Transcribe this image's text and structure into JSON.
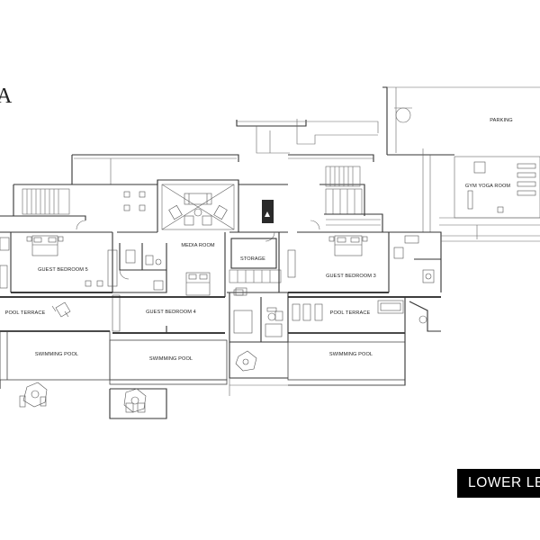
{
  "brand_fragment": "A",
  "level_label": "LOWER LE",
  "rooms": {
    "parking": "PARKING",
    "gym_yoga_room": "GYM YOGA ROOM",
    "media_room": "MEDIA ROOM",
    "storage": "STORAGE",
    "guest_bedroom_5": "GUEST BEDROOM 5",
    "guest_bedroom_4": "GUEST BEDROOM 4",
    "guest_bedroom_3": "GUEST BEDROOM 3",
    "pool_terrace_left": "POOL TERRACE",
    "pool_terrace_right": "POOL TERRACE",
    "swimming_pool_left": "SWIMMING POOL",
    "swimming_pool_center": "SWIMMING POOL",
    "swimming_pool_right": "SWIMMING POOL"
  }
}
